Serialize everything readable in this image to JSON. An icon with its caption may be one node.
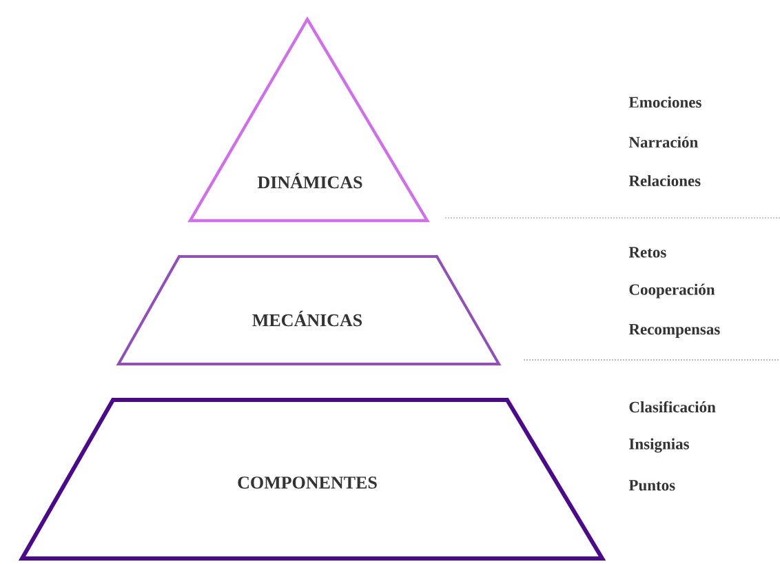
{
  "diagram": {
    "nodes": [
      {
        "text": [
          "DINÁMICAS"
        ],
        "beside": [
          "Emociones",
          "Narración",
          "Relaciones"
        ]
      },
      {
        "text": [
          "MECÁNICAS"
        ],
        "beside": [
          "Retos",
          "Cooperación",
          "Recompensas"
        ]
      },
      {
        "text": [
          "COMPONENTES"
        ],
        "beside": [
          "Clasificación",
          "Insignias",
          "Puntos"
        ]
      }
    ]
  }
}
